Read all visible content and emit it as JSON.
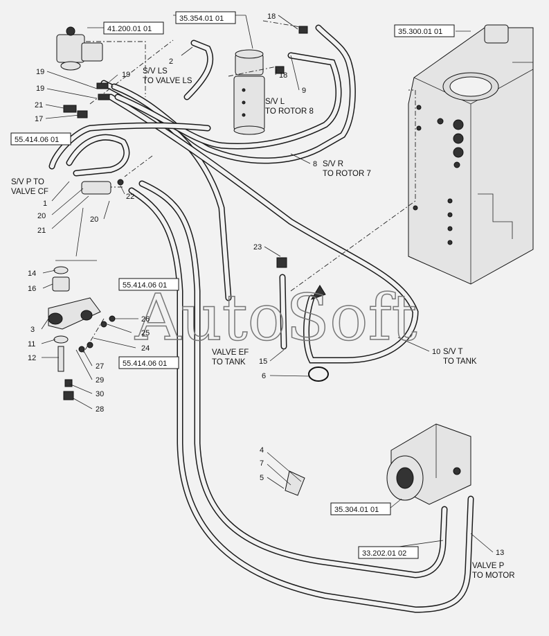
{
  "reference_boxes": [
    {
      "id": "r1",
      "text": "41.200.01 01"
    },
    {
      "id": "r2",
      "text": "35.354.01 01"
    },
    {
      "id": "r3",
      "text": "35.300.01 01"
    },
    {
      "id": "r4",
      "text": "55.414.06 01"
    },
    {
      "id": "r5",
      "text": "55.414.06 01"
    },
    {
      "id": "r6",
      "text": "55.414.06 01"
    },
    {
      "id": "r7",
      "text": "35.304.01 01"
    },
    {
      "id": "r8",
      "text": "33.202.01 02"
    }
  ],
  "callouts": [
    "18",
    "2",
    "19",
    "19",
    "18",
    "9",
    "19",
    "21",
    "17",
    "8",
    "1",
    "20",
    "21",
    "22",
    "20",
    "23",
    "14",
    "16",
    "26",
    "25",
    "3",
    "24",
    "11",
    "12",
    "27",
    "29",
    "30",
    "28",
    "15",
    "6",
    "10",
    "4",
    "7",
    "5",
    "13"
  ],
  "notes": {
    "sv_ls_1": "S/V LS",
    "sv_ls_2": "TO VALVE LS",
    "sv_l_1": "S/V L",
    "sv_l_2": "TO ROTOR 8",
    "sv_r_1": "S/V R",
    "sv_r_2": "TO ROTOR 7",
    "sv_p_1": "S/V P TO",
    "sv_p_2": "VALVE CF",
    "valve_ef_1": "VALVE EF",
    "valve_ef_2": "TO TANK",
    "sv_t_1": "S/V T",
    "sv_t_2": "TO TANK",
    "valve_p_1": "VALVE P",
    "valve_p_2": "TO MOTOR"
  },
  "watermark": "AutoSoft"
}
